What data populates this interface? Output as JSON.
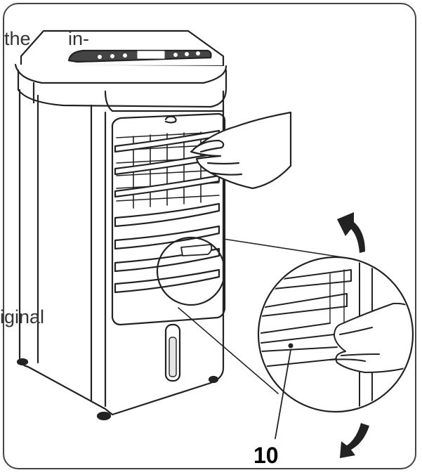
{
  "text_fragments": {
    "the": "the",
    "in": "in-",
    "iginal": "iginal"
  },
  "callout_number": "10",
  "colors": {
    "line": "#222222",
    "frame": "#444444",
    "background": "#ffffff"
  }
}
